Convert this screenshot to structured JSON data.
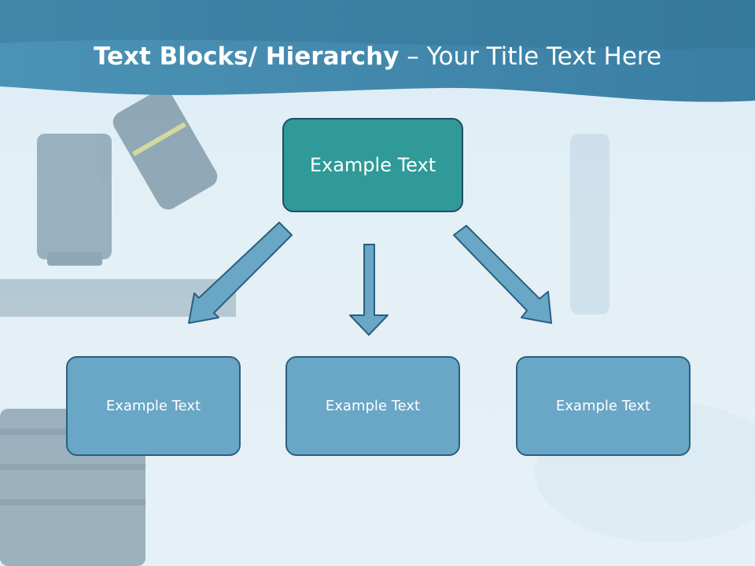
{
  "title": {
    "bold": "Text Blocks/ Hierarchy",
    "dash": " – ",
    "rest": "Your Title Text Here"
  },
  "hierarchy": {
    "root": {
      "label": "Example Text"
    },
    "children": [
      {
        "label": "Example Text"
      },
      {
        "label": "Example Text"
      },
      {
        "label": "Example Text"
      }
    ]
  },
  "colors": {
    "header_band": "#3f82a6",
    "root_fill": "#2f9a98",
    "child_fill": "#6aa6c6",
    "arrow_fill": "#6aa6c6",
    "outline": "#2b5f80"
  }
}
